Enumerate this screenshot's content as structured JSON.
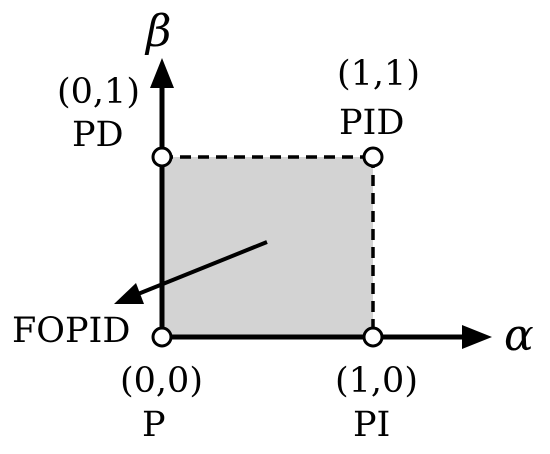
{
  "axes": {
    "x_label": "α",
    "y_label": "β"
  },
  "corners": {
    "origin": {
      "coords": "(0,0)",
      "name": "P"
    },
    "x_end": {
      "coords": "(1,0)",
      "name": "PI"
    },
    "y_end": {
      "coords": "(0,1)",
      "name": "PD"
    },
    "xy_end": {
      "coords": "(1,1)",
      "name": "PID"
    }
  },
  "arrow_label": "FOPID",
  "colors": {
    "region_fill": "#d3d3d3",
    "stroke": "#000000",
    "node_fill": "#ffffff"
  }
}
